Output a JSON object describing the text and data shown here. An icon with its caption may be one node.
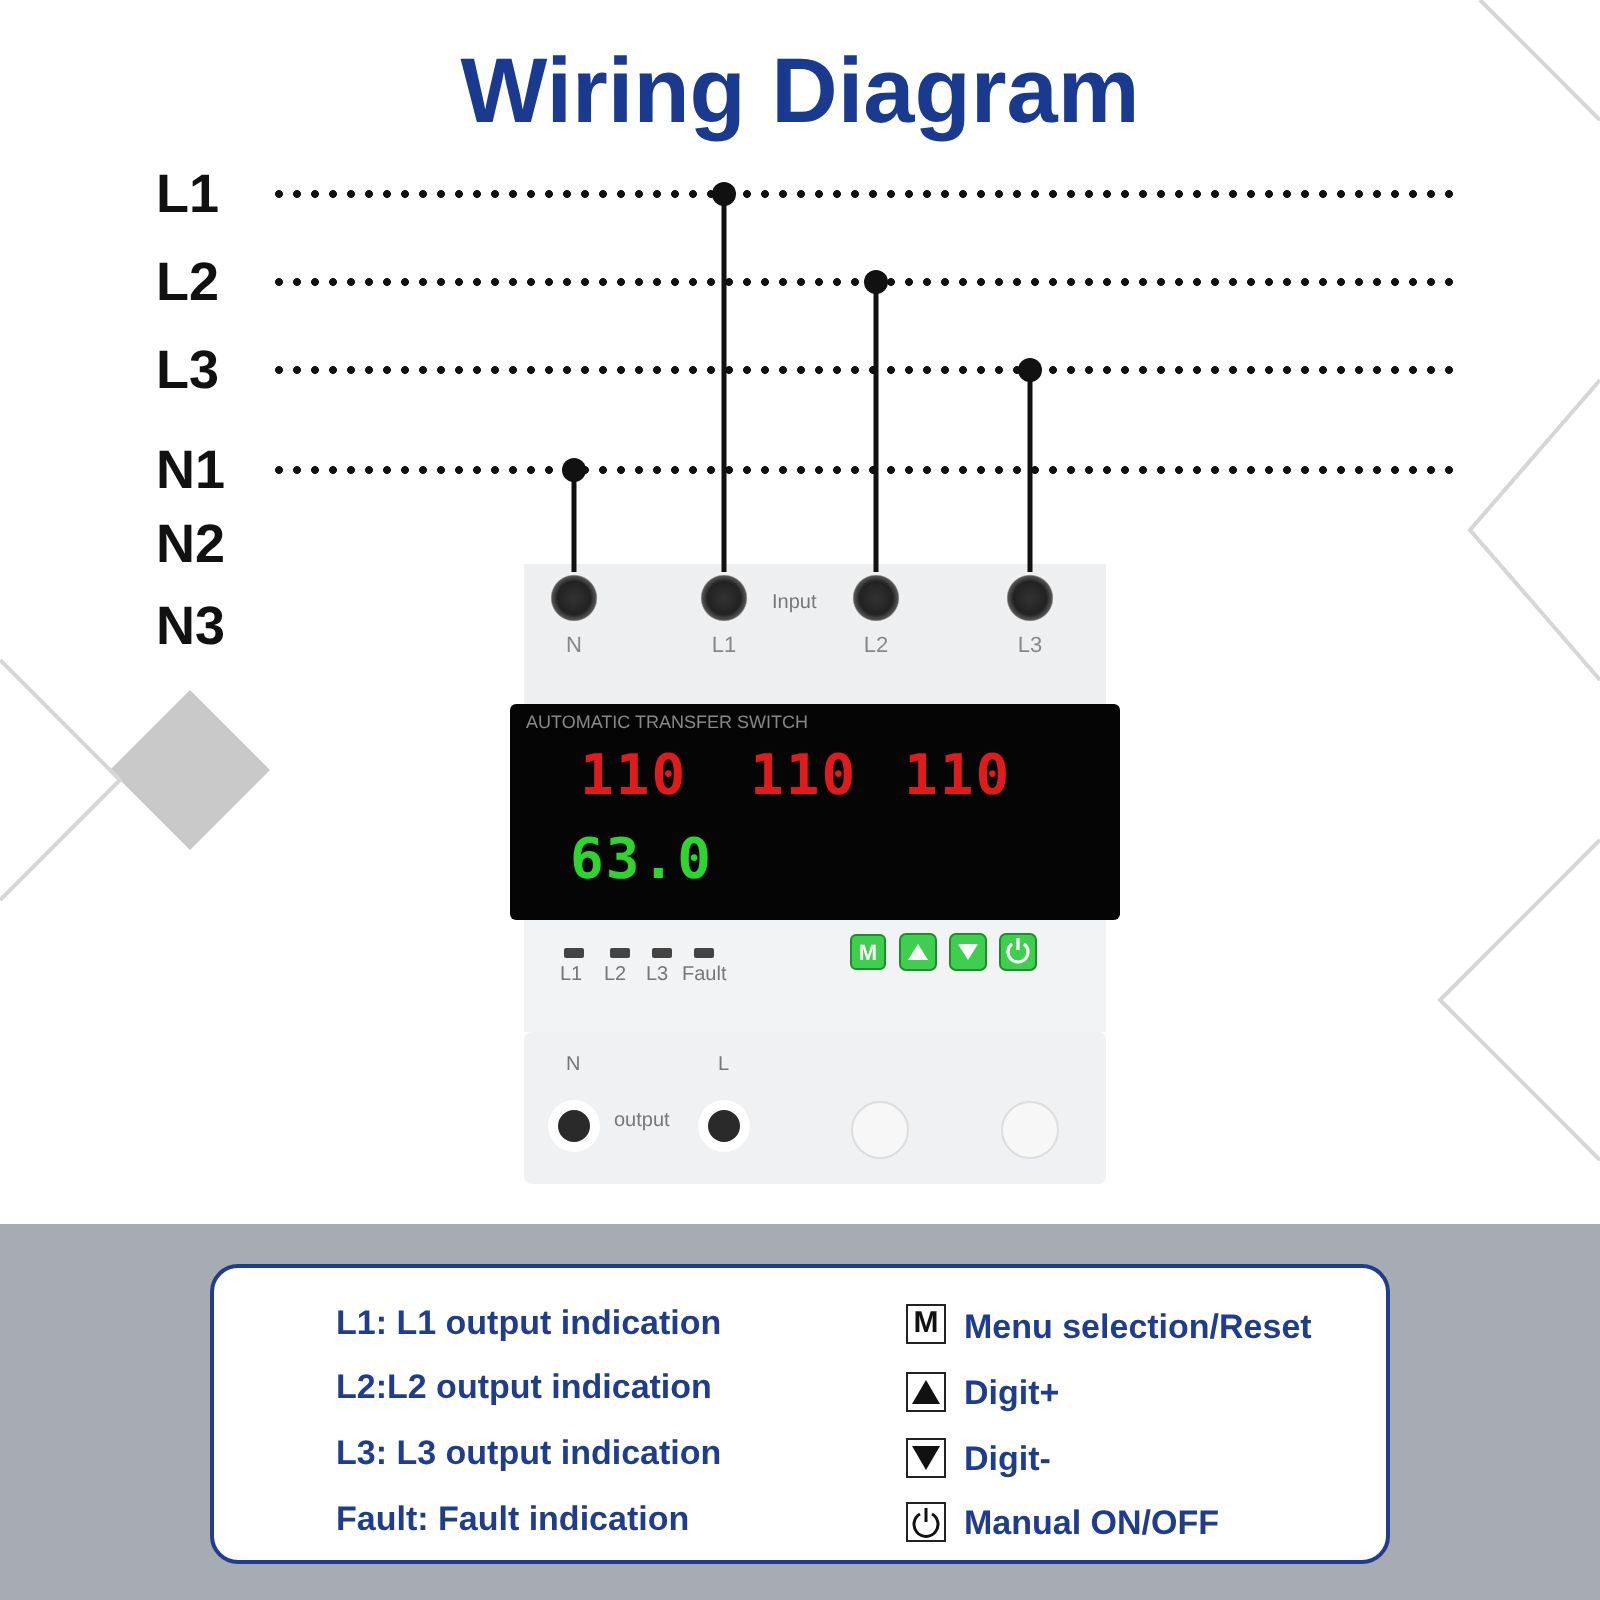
{
  "diagram": {
    "title": "Wiring Diagram",
    "nodes": [
      {
        "text": [],
        "shape": "line",
        "beside": [
          "L1"
        ]
      },
      {
        "text": [],
        "shape": "line",
        "beside": [
          "L2"
        ]
      },
      {
        "text": [],
        "shape": "line",
        "beside": [
          "L3"
        ]
      },
      {
        "text": [],
        "shape": "line",
        "beside": [
          "N1"
        ]
      },
      {
        "text": [],
        "shape": "picture"
      },
      {
        "text": [
          "N"
        ],
        "in": 4
      },
      {
        "text": [
          "L1"
        ],
        "in": 4
      },
      {
        "text": [
          "L2"
        ],
        "in": 4
      },
      {
        "text": [
          "L3"
        ],
        "in": 4
      },
      {
        "text": [
          "AUTOMATIC TRANSFER SWITCH",
          "110",
          "110",
          "110",
          "63.0"
        ],
        "in": 4
      }
    ],
    "edges": [
      {
        "from": 5,
        "to": 3,
        "arrow": "other"
      },
      {
        "from": 6,
        "to": 0,
        "arrow": "other"
      },
      {
        "from": 7,
        "to": 1,
        "arrow": "other"
      },
      {
        "from": 8,
        "to": 2,
        "arrow": "other"
      }
    ],
    "labels": [
      "N2",
      "N3",
      "Input",
      "L1",
      "L2",
      "L3",
      "Fault",
      "M",
      "N",
      "L",
      "output",
      "M"
    ],
    "legend": [
      {
        "text": "L1: L1 output indication"
      },
      {
        "text": "L2:L2 output indication"
      },
      {
        "text": "L3: L3 output indication"
      },
      {
        "text": "Fault: Fault indication"
      },
      {
        "text": "Menu selection/Reset"
      },
      {
        "text": "Digit+"
      },
      {
        "text": "Digit-"
      },
      {
        "text": "Manual ON/OFF"
      }
    ]
  }
}
